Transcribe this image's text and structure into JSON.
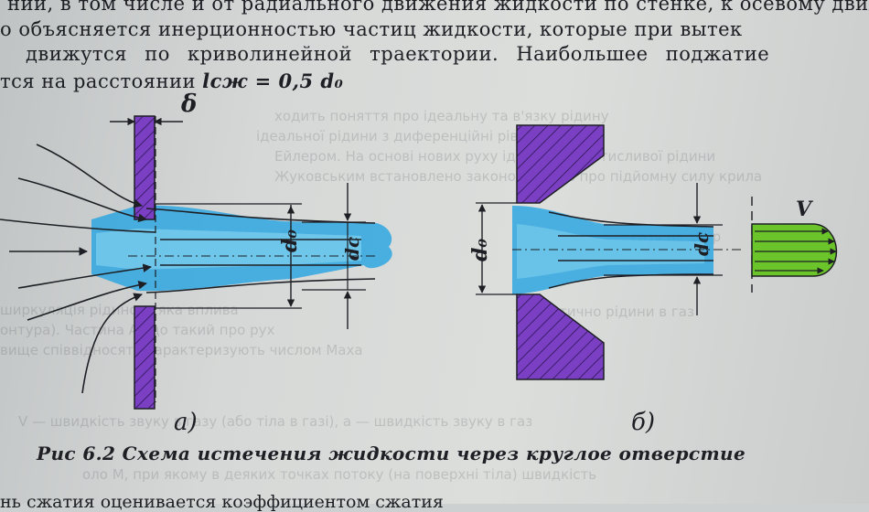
{
  "text": {
    "line1": "ний, в том числе и от радиального движения жидкости по стенке, к осевому движ",
    "line2": "о объясняется инерционностью частиц жидкости, которые при вытек",
    "line3": "движутся по криволинейной траектории. Наибольшее поджатие",
    "line4_prefix": "тся на расстоянии ",
    "line4_formula": "lсж = 0,5 d₀",
    "caption": "Рис 6.2 Схема истечения жидкости через круглое отверстие",
    "last_line": "нь сжатия оценивается коэффициентом сжатия"
  },
  "figure_a": {
    "label": "а)",
    "delta": "δ",
    "d0": "d₀",
    "dc": "dc"
  },
  "figure_b": {
    "label": "б)",
    "d0": "d₀",
    "dc": "dc",
    "V": "V"
  },
  "colors": {
    "wall": "#7b3fc4",
    "fluid": "#2fa6e0",
    "fluid_light": "#7fd0ef",
    "velocity": "#6bc42a",
    "ink": "#1d1f24"
  }
}
